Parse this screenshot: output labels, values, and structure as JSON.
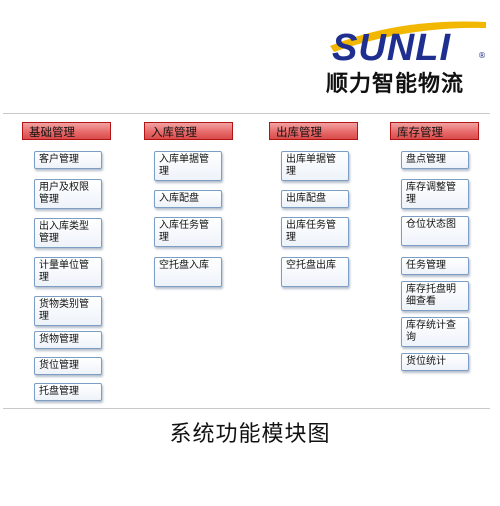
{
  "logo": {
    "brand": "SUNLI",
    "registered": "®",
    "subtitle": "顺力智能物流"
  },
  "columns": [
    {
      "header": "基础管理",
      "items": [
        "客户管理",
        "用户及权限管理",
        "出入库类型管理",
        "计量单位管理",
        "货物类别管理",
        "货物管理",
        "货位管理",
        "托盘管理"
      ]
    },
    {
      "header": "入库管理",
      "items": [
        "入库单据管理",
        "入库配盘",
        "入库任务管理",
        "空托盘入库"
      ]
    },
    {
      "header": "出库管理",
      "items": [
        "出库单据管理",
        "出库配盘",
        "出库任务管理",
        "空托盘出库"
      ]
    },
    {
      "header": "库存管理",
      "items": [
        "盘点管理",
        "库存调整管理",
        "仓位状态图",
        "任务管理",
        "库存托盘明细查看",
        "库存统计查询",
        "货位统计"
      ]
    }
  ],
  "caption": "系统功能模块图",
  "colors": {
    "header_red": "#d94c4c",
    "box_border": "#7d9ec4",
    "logo_blue": "#1f2f8f",
    "logo_yellow": "#f2b700"
  }
}
